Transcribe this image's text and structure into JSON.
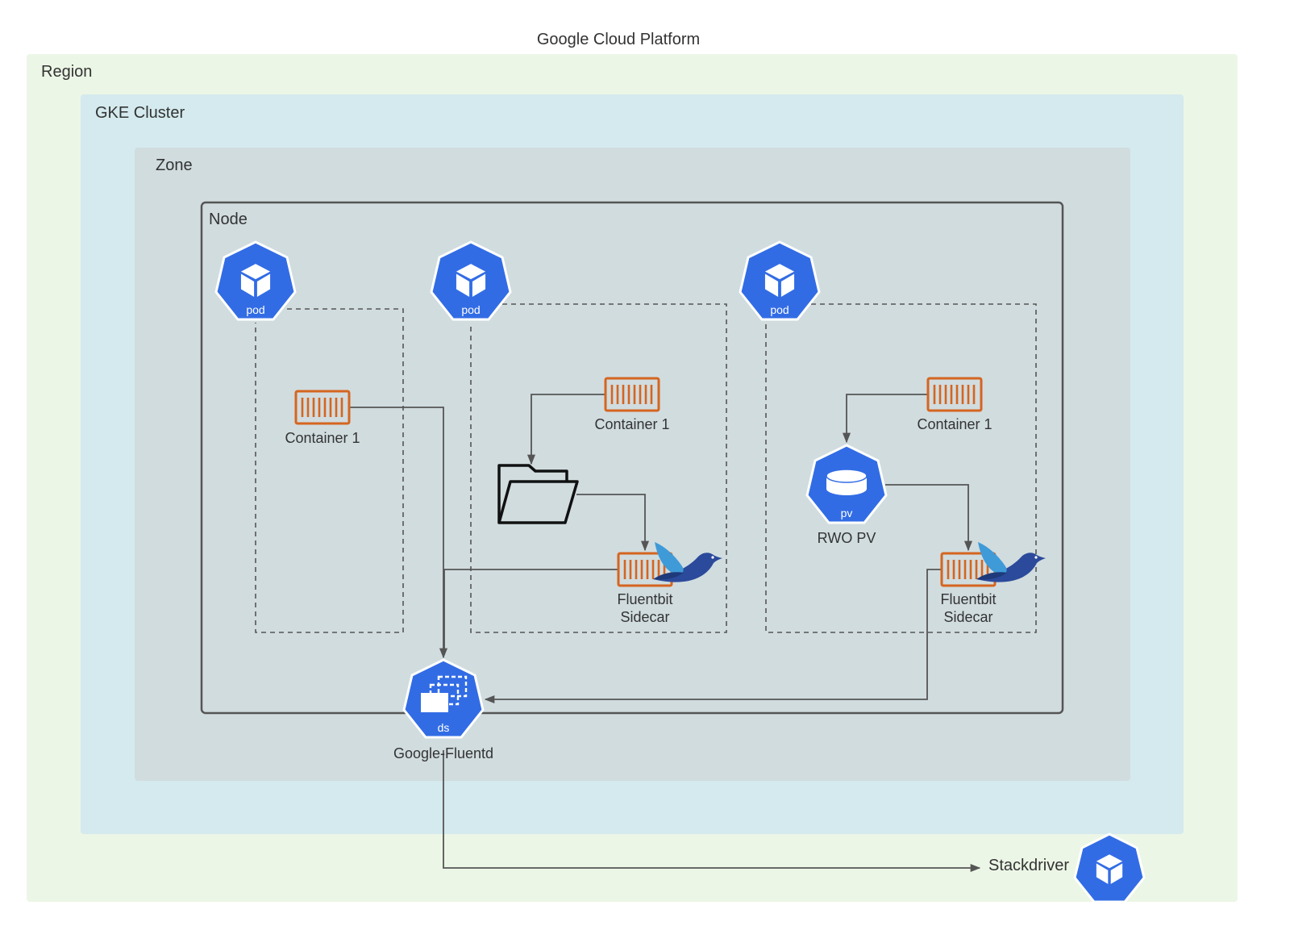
{
  "title": "Google Cloud Platform",
  "region": {
    "label": "Region"
  },
  "cluster": {
    "label": "GKE Cluster"
  },
  "zone": {
    "label": "Zone"
  },
  "node": {
    "label": "Node"
  },
  "pods": [
    {
      "badge": "pod",
      "container": "Container 1"
    },
    {
      "badge": "pod",
      "container": "Container 1",
      "sidecar_line1": "Fluentbit",
      "sidecar_line2": "Sidecar"
    },
    {
      "badge": "pod",
      "container": "Container 1",
      "sidecar_line1": "Fluentbit",
      "sidecar_line2": "Sidecar"
    }
  ],
  "pv": {
    "badge": "pv",
    "label": "RWO PV"
  },
  "daemonset": {
    "badge": "ds",
    "label": "Google-Fluentd"
  },
  "stackdriver": {
    "label": "Stackdriver"
  },
  "colors": {
    "region_bg": "#ecf6e6",
    "cluster_bg": "#d4eaee",
    "zone_bg": "#d1dcdf",
    "k8s_blue": "#326ce5",
    "container_orange": "#d5651f",
    "edge": "#555555",
    "bird_dark": "#2b4a9b",
    "bird_light": "#3f9ad8"
  },
  "icons": [
    "pod-cube-icon",
    "container-icon",
    "folder-icon",
    "database-icon",
    "daemonset-icon",
    "fluent-bird-icon"
  ]
}
